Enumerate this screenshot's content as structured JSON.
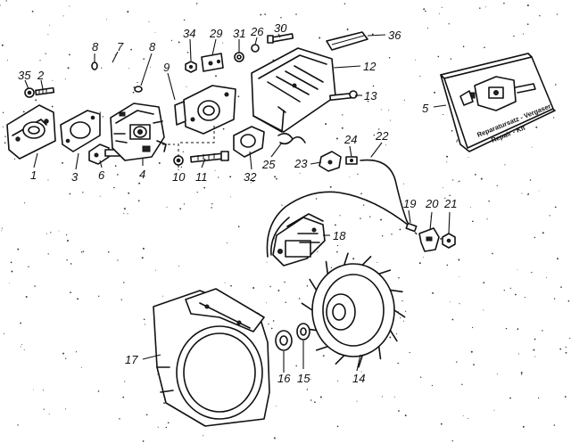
{
  "part_numbers": {
    "p1": "1",
    "p2": "2",
    "p3": "3",
    "p4": "4",
    "p5": "5",
    "p6": "6",
    "p7": "7",
    "p8a": "8",
    "p8b": "8",
    "p9": "9",
    "p10": "10",
    "p11": "11",
    "p12": "12",
    "p13": "13",
    "p14": "14",
    "p15": "15",
    "p16": "16",
    "p17": "17",
    "p18": "18",
    "p19": "19",
    "p20": "20",
    "p21": "21",
    "p22": "22",
    "p23": "23",
    "p24": "24",
    "p25": "25",
    "p26": "26",
    "p29": "29",
    "p30": "30",
    "p31": "31",
    "p32": "32",
    "p34": "34",
    "p35": "35",
    "p36": "36"
  },
  "repair_kit": {
    "line1": "Reparatursatz - Vergaser",
    "line2": "Repair - Kit"
  },
  "colors": {
    "ink": "#111111",
    "paper": "#ffffff"
  }
}
